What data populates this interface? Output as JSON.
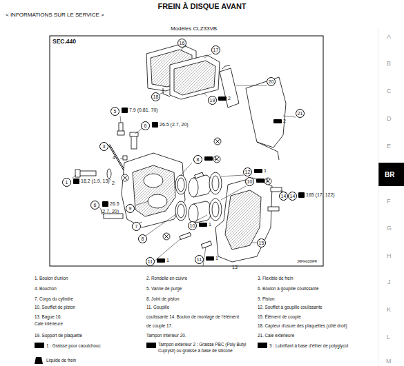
{
  "diagram": {
    "title": "FREIN À DISQUE AVANT",
    "labels": [
      "< INFORMATIONS SUR LE SERVICE >",
      "Modèles CLZ33VB",
      "SEC.440",
      "16",
      "17",
      "18",
      "19",
      "2",
      "20",
      "21",
      "2",
      "5",
      "7.9 (0.81, 70)",
      "6",
      "26.5 (2.7, 20)",
      "3",
      "4",
      "1",
      "18.2 (1.9, 13)",
      "2",
      "6",
      "26.5",
      "(2.7, 20)",
      "7",
      "8",
      "1",
      "12",
      "1",
      "10",
      "1",
      "13",
      "14",
      "14",
      "165 (17, 122)",
      "9",
      "8",
      "10",
      "1",
      "11",
      "1",
      "11",
      "1",
      "15",
      "JMFIA0169FR",
      "1. Boulon d'union",
      "2. Rondelle en cuivre",
      "3. Flexible de frein",
      "4. Bouchon",
      "5. Vanne de purge",
      "6. Boulon à goupille coulissante",
      "7. Corps du cylindre",
      "8. Joint de piston",
      "9. Piston",
      "10. Soufflet de piston",
      "11. Goupille",
      "12. Soufflet à goupille coulissante",
      "13. Bague 16.",
      "Cale intérieure",
      "coulissante 14. Boulon de montage de l'élément",
      "15. Élément de couple",
      "de couple 17.",
      "18. Capteur d'usure des plaquettes (côté droit)",
      "19. Support de plaquette",
      "Tampon intérieur 20.",
      "21. Cale extérieure",
      "A",
      "B",
      "C",
      "D",
      "E",
      "BR",
      "F",
      "G",
      "H",
      "J",
      "K",
      "L",
      "M"
    ],
    "legend": [
      {
        "text": "1 : Graisse pour caoutchouc"
      },
      {
        "text": "Tampon extérieur 2 : Graisse PBC (Poly Butyl Cuprysil) ou graisse à base de silicone"
      },
      {
        "text": "3 : Lubrifiant à base d'éther de polyglycol"
      },
      {
        "text": "Liquide de frein"
      }
    ]
  }
}
